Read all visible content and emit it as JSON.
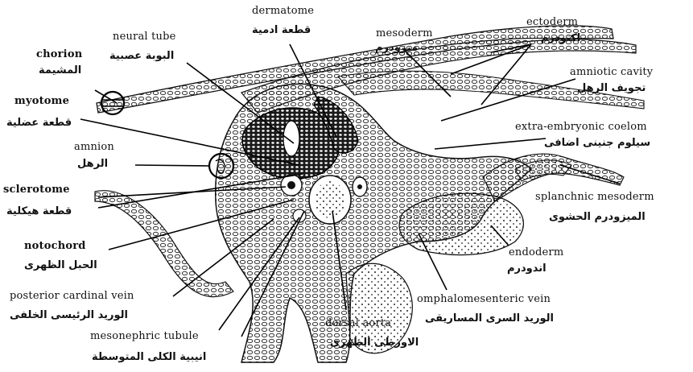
{
  "labels": {
    "dermatome": {
      "en": "dermatome",
      "ar": "قطعة ادمية"
    },
    "ectoderm": {
      "en": "ectoderm",
      "ar": "اكتودرم"
    },
    "neural_tube": {
      "en": "neural tube",
      "ar": "البوبة عصبية"
    },
    "mesoderm": {
      "en": "mesoderm",
      "ar": "ميزودرم"
    },
    "chorion": {
      "en": "chorion",
      "ar": "المشيمة"
    },
    "amniotic_cavity": {
      "en": "amniotic cavity",
      "ar": "تجويف الرهل"
    },
    "myotome": {
      "en": "myotome",
      "ar": "قطعة عضلية"
    },
    "extra_embryonic_coelom": {
      "en": "extra-embryonic coelom",
      "ar": "سيلوم جنينى اضافى"
    },
    "amnion": {
      "en": "amnion",
      "ar": "الرهل"
    },
    "sclerotome": {
      "en": "sclerotome",
      "ar": "قطعة هيكلية"
    },
    "splanchnic_mesoderm": {
      "en": "splanchnic mesoderm",
      "ar": "الميزودرم الحشوى"
    },
    "notochord": {
      "en": "notochord",
      "ar": "الحبل الظهرى"
    },
    "endoderm": {
      "en": "endoderm",
      "ar": "اندودرم"
    },
    "posterior_cardinal_vein": {
      "en": "posterior cardinal vein",
      "ar": "الوريد الرئيسى الخلفى"
    },
    "omphalomesenteric_vein": {
      "en": "omphalomesenteric vein",
      "ar": "الوريد السرى المساريقى"
    },
    "dorsal_aorta": {
      "en": "dorsal aorta",
      "ar": "الاورطى الظهرى"
    },
    "mesonephric_tubule": {
      "en": "mesonephric tubule",
      "ar": "انيبية الكلى المتوسطة"
    }
  }
}
